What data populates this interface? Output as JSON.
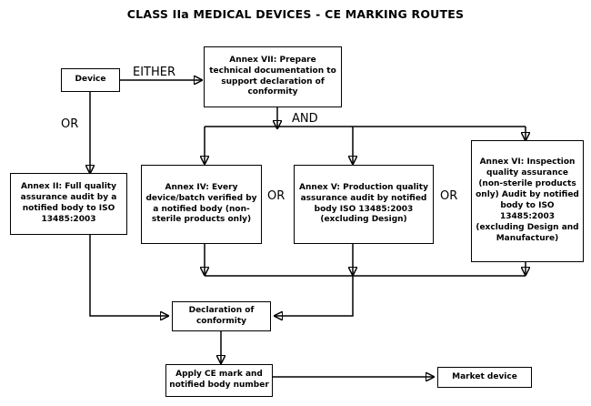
{
  "title": "CLASS IIa MEDICAL DEVICES - CE MARKING ROUTES",
  "nodes": {
    "device": "Device",
    "annex_vii": "Annex VII: Prepare technical documentation to support declaration of conformity",
    "annex_ii": "Annex II: Full quality assurance audit by a notified body to ISO 13485:2003",
    "annex_iv": "Annex IV: Every device/batch verified by a notified body (non-sterile products only)",
    "annex_v": "Annex V: Production quality assurance audit by notified body ISO 13485:2003 (excluding Design)",
    "annex_vi": "Annex VI: Inspection quality assurance (non-sterile products only) Audit by notified body to ISO 13485:2003 (excluding Design and Manufacture)",
    "declaration": "Declaration of conformity",
    "apply_ce": "Apply CE mark and notified body number",
    "market": "Market device"
  },
  "edge_labels": {
    "either": "EITHER",
    "or_device": "OR",
    "and": "AND",
    "or_iv_v": "OR",
    "or_v_vi": "OR"
  },
  "colors": {
    "stroke": "#000000",
    "background": "#ffffff",
    "text": "#000000"
  }
}
